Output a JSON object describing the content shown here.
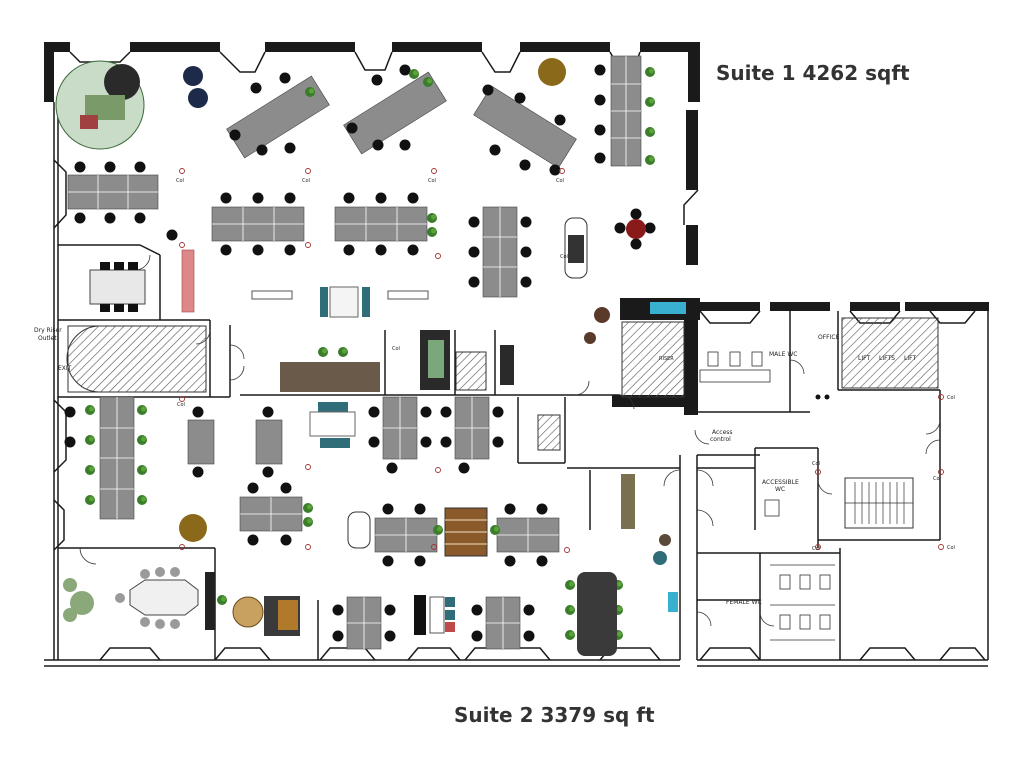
{
  "suites": {
    "suite1": "Suite 1  4262 sqft",
    "suite2": "Suite 2  3379 sq ft"
  },
  "rooms": {
    "dry_riser": "Dry Riser",
    "dry_riser_2": "Outlet",
    "exit": "EXIT",
    "male_wc": "MALE WC",
    "office": "OFFICE",
    "lift1": "LIFT",
    "lift2": "LIFTS",
    "lift3": "LIFT",
    "riser": "RISER",
    "access_control": "Access",
    "access_control_2": "control",
    "accessible_wc": "ACCESSIBLE",
    "accessible_wc_2": "WC",
    "female_wc": "FEMALE WC"
  },
  "column_label": "Col",
  "colors": {
    "wall": "#1a1a1a",
    "desk": "#8c8c8c",
    "hatch": "#555555",
    "plant": "#3a7d2a",
    "chair": "#111111",
    "accent_teal": "#2f6e78",
    "accent_red": "#a01818",
    "wood": "#b07a2a"
  }
}
